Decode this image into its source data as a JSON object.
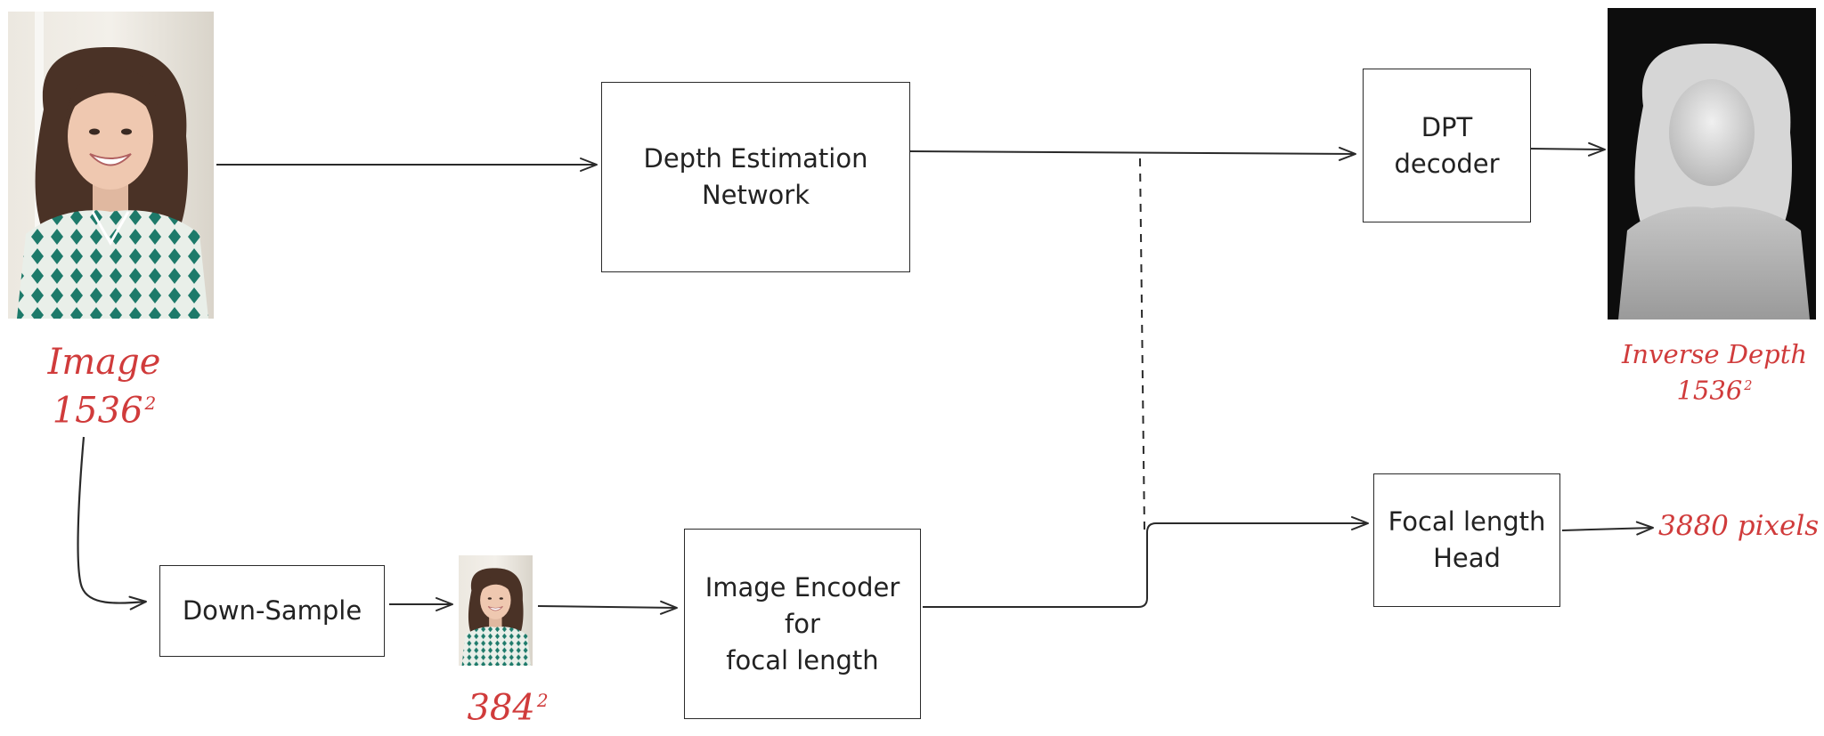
{
  "colors": {
    "stroke": "#2a2a2a",
    "annotation": "#d03b3b",
    "photo_bg": "#e8e4dc",
    "depth_bg": "#0d0d0d"
  },
  "nodes": {
    "depth_network": "Depth Estimation\nNetwork",
    "dpt_decoder": "DPT\ndecoder",
    "down_sample": "Down-Sample",
    "image_encoder": "Image Encoder\nfor\nfocal length",
    "focal_head": "Focal length\nHead"
  },
  "labels": {
    "input_image_word": "Image",
    "input_image_size": "1536",
    "input_image_exp": "2",
    "small_image_size": "384",
    "small_image_exp": "2",
    "depth_word": "Inverse Depth",
    "depth_size": "1536",
    "depth_exp": "2",
    "focal_output": "3880 pixels"
  },
  "images": {
    "input_photo": "portrait-photo",
    "small_photo": "portrait-photo-small",
    "depth_map": "inverse-depth-map"
  }
}
